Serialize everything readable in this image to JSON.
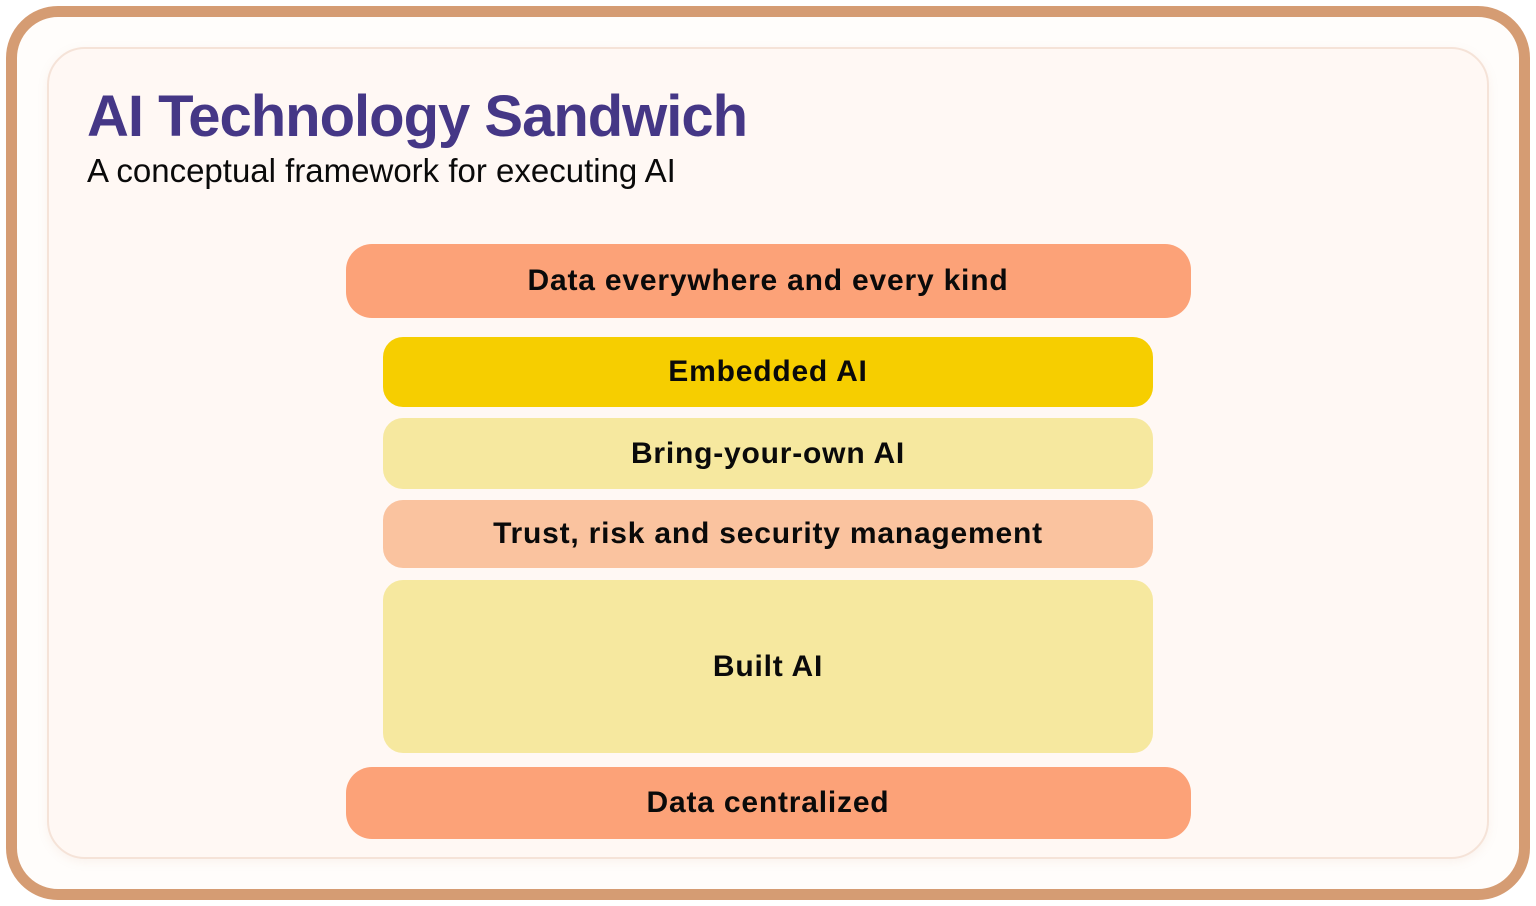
{
  "header": {
    "title": "AI Technology Sandwich",
    "subtitle": "A conceptual framework for executing AI"
  },
  "colors": {
    "frame_border": "#D59C73",
    "frame_bg": "#FFFDFB",
    "card_bg": "#FFF8F4",
    "card_border": "#F5E3D8",
    "title_color": "#453786",
    "label_color": "#0A0A0A",
    "salmon": "#FCA278",
    "gold": "#F6CE00",
    "pale_yellow": "#F6E89F",
    "light_salmon": "#FAC39F"
  },
  "diagram": {
    "layers": [
      {
        "id": "data-everywhere",
        "label": "Data everywhere and every kind",
        "color": "#FCA278",
        "width": "wide",
        "height": 74,
        "gap_after": 19
      },
      {
        "id": "embedded-ai",
        "label": "Embedded AI",
        "color": "#F6CE00",
        "width": "narrow",
        "height": 70,
        "gap_after": 11
      },
      {
        "id": "bring-your-own",
        "label": "Bring-your-own AI",
        "color": "#F6E89F",
        "width": "narrow",
        "height": 71,
        "gap_after": 11
      },
      {
        "id": "trust-risk-sec",
        "label": "Trust, risk and security management",
        "color": "#FAC39F",
        "width": "narrow",
        "height": 68,
        "gap_after": 12
      },
      {
        "id": "built-ai",
        "label": "Built AI",
        "color": "#F6E89F",
        "width": "narrow",
        "height": 173,
        "gap_after": 14
      },
      {
        "id": "data-centralized",
        "label": "Data centralized",
        "color": "#FCA278",
        "width": "wide",
        "height": 72,
        "gap_after": 0
      }
    ]
  }
}
